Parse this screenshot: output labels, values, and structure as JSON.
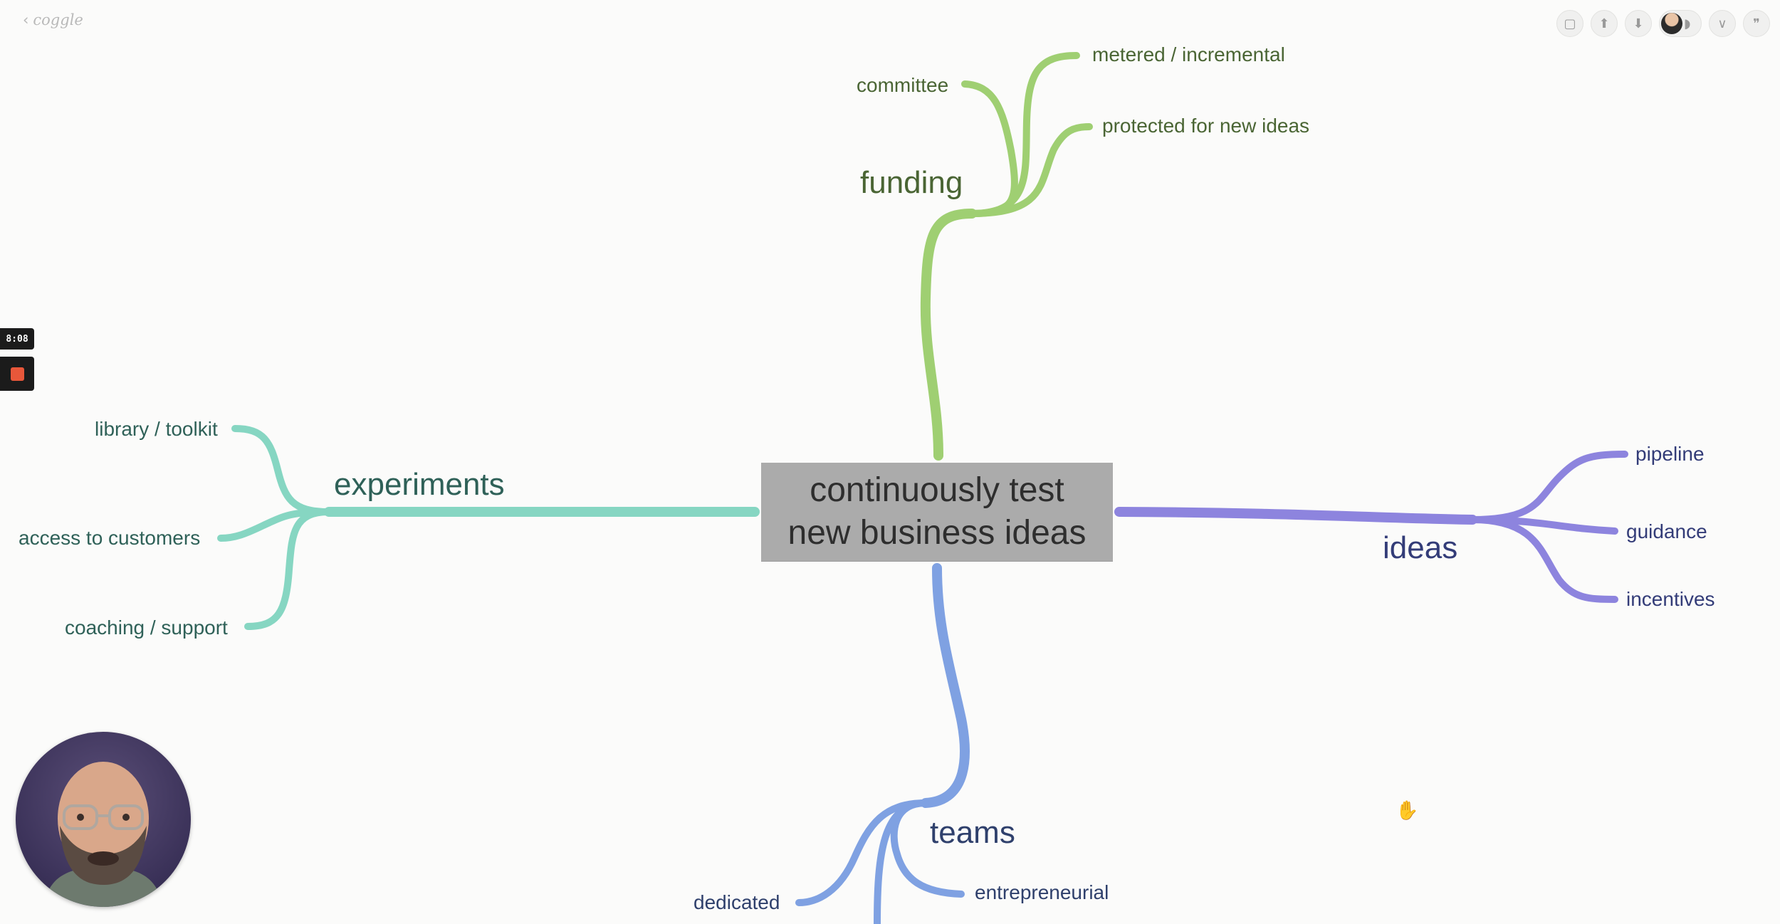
{
  "app": {
    "logo": "coggle",
    "back_icon": "chevron-left-icon"
  },
  "toolbar": {
    "buttons": [
      {
        "name": "present-icon",
        "glyph": "▢"
      },
      {
        "name": "upload-icon",
        "glyph": "⬆"
      },
      {
        "name": "download-icon",
        "glyph": "⬇"
      },
      {
        "name": "collaborators-avatar",
        "glyph": "◗"
      },
      {
        "name": "chevron-down-icon",
        "glyph": "∨"
      },
      {
        "name": "comments-icon",
        "glyph": "❞"
      }
    ]
  },
  "recorder": {
    "time": "8:08",
    "stop_icon": "stop-icon",
    "stop_color": "#e8573a"
  },
  "mindmap": {
    "central": {
      "line1": "continuously test",
      "line2": "new business ideas"
    },
    "funding": {
      "label": "funding",
      "color": "#9fcf72",
      "children": [
        "committee",
        "metered / incremental",
        "protected for new ideas"
      ]
    },
    "experiments": {
      "label": "experiments",
      "color": "#86d6c2",
      "children": [
        "library / toolkit",
        "access to customers",
        "coaching / support"
      ]
    },
    "ideas": {
      "label": "ideas",
      "color": "#8d84de",
      "children": [
        "pipeline",
        "guidance",
        "incentives"
      ]
    },
    "teams": {
      "label": "teams",
      "color": "#7fa1e2",
      "children": [
        "dedicated",
        "entrepreneurial"
      ]
    }
  },
  "webcam": {
    "name": "presenter-webcam"
  },
  "cursor": {
    "icon": "hand-cursor-icon",
    "glyph": "✋"
  }
}
